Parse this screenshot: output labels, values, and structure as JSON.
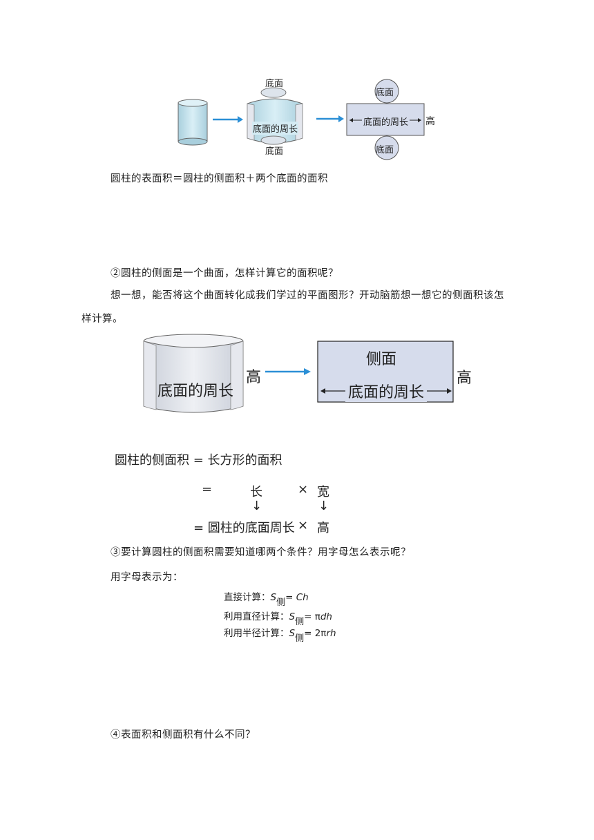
{
  "figure1": {
    "top_label": "底面",
    "bottom_label": "底面",
    "perimeter_label": "底面的周长",
    "net_top": "底面",
    "net_bottom": "底面",
    "net_perimeter": "底面的周长",
    "net_height": "高"
  },
  "text": {
    "surface_formula": "圆柱的表面积＝圆柱的侧面积＋两个底面的面积",
    "q2": "②圆柱的侧面是一个曲面，怎样计算它的面积呢？",
    "q2_prompt_line1": "想一想，能否将这个曲面转化成我们学过的平面图形？开动脑筋想一想它的侧面积该怎",
    "q2_prompt_line2": "样计算。",
    "q3": "③要计算圆柱的侧面积需要知道哪两个条件？用字母怎么表示呢？",
    "q3_prompt": "用字母表示为：",
    "q4": "④表面积和侧面积有什么不同？"
  },
  "figure2": {
    "perimeter_label": "底面的周长",
    "height_label": "高",
    "rect_title": "侧面",
    "rect_perimeter": "底面的周长",
    "rect_height": "高"
  },
  "derivation": {
    "line1": "圆柱的侧面积 = 长方形的面积",
    "eq": "=",
    "length": "长",
    "times": "×",
    "width": "宽",
    "arrow": "↓",
    "line3_left": "= 圆柱的底面周长",
    "height": "高"
  },
  "formulas": [
    {
      "label": "直接计算：",
      "s": "S",
      "sub": "侧",
      "rhs_pre": "= ",
      "rhs": "Ch"
    },
    {
      "label": "利用直径计算：",
      "s": "S",
      "sub": "侧",
      "rhs_pre": "= π",
      "rhs": "dh"
    },
    {
      "label": "利用半径计算：",
      "s": "S",
      "sub": "侧",
      "rhs_pre": "= 2π",
      "rhs": "rh"
    }
  ],
  "colors": {
    "arrow": "#2b8fd6",
    "cyl_fill": "#c5e3ee",
    "rect_fill": "#d6dcec",
    "shell_fill": "#dde1e8"
  }
}
